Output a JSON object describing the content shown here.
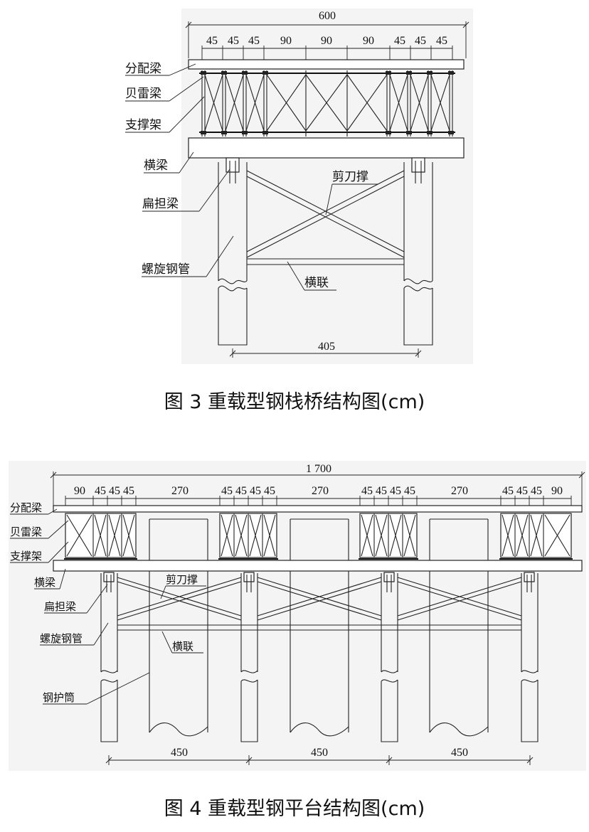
{
  "figure3": {
    "caption": "图 3   重载型钢栈桥结构图(cm)",
    "overall_dim": "600",
    "panel_dims": [
      "45",
      "45",
      "45",
      "90",
      "90",
      "90",
      "45",
      "45",
      "45"
    ],
    "bottom_dim": "405",
    "labels": {
      "distribution_beam": "分配梁",
      "bailey_beam": "贝雷梁",
      "support_frame": "支撑架",
      "cross_beam": "横梁",
      "shoulder_beam": "扁担梁",
      "spiral_steel_pipe": "螺旋钢管",
      "scissor_brace": "剪刀撑",
      "transverse_link": "横联"
    }
  },
  "figure4": {
    "caption": "图 4   重载型钢平台结构图(cm)",
    "overall_dim": "1 700",
    "panel_dims": [
      "90",
      "45",
      "45",
      "45",
      "270",
      "45",
      "45",
      "45",
      "45",
      "270",
      "45",
      "45",
      "45",
      "45",
      "270",
      "45",
      "45",
      "45",
      "90"
    ],
    "bottom_dims": [
      "450",
      "450",
      "450"
    ],
    "labels": {
      "distribution_beam": "分配梁",
      "bailey_beam": "贝雷梁",
      "support_frame": "支撑架",
      "cross_beam": "横梁",
      "shoulder_beam": "扁担梁",
      "spiral_steel_pipe": "螺旋钢管",
      "scissor_brace": "剪刀撑",
      "transverse_link": "横联",
      "steel_casing": "钢护筒"
    }
  }
}
